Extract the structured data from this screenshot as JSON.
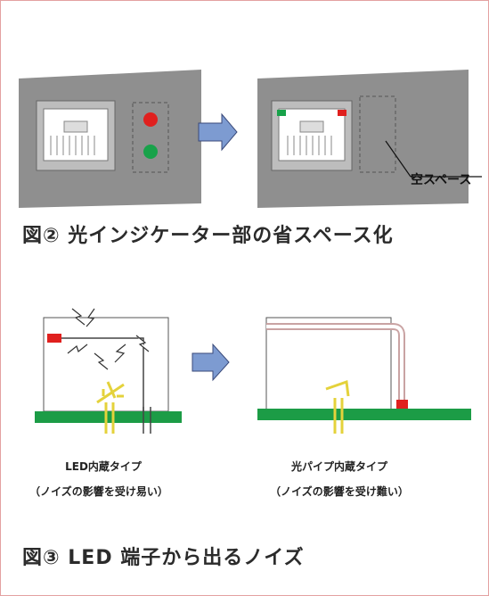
{
  "figure2": {
    "caption": "図② 光インジケーター部の省スペース化",
    "empty_space_label": "空スペース"
  },
  "figure3": {
    "caption": "図③ LED 端子から出るノイズ",
    "left_title": "LED内蔵タイプ",
    "left_note": "（ノイズの影響を受け易い）",
    "right_title": "光パイプ内蔵タイプ",
    "right_note": "（ノイズの影響を受け難い）"
  },
  "colors": {
    "panel_gray": "#8f8f8f",
    "arrow_blue": "#7d9bd1",
    "led_red": "#e0201e",
    "led_green": "#18a24a",
    "pcb_green": "#1c9c46",
    "pin_yellow": "#e4d23b"
  }
}
